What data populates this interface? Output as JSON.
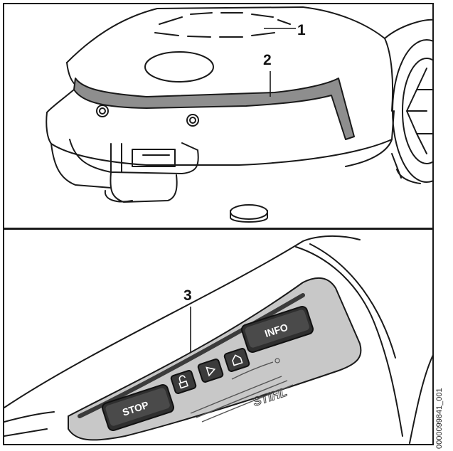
{
  "callouts": {
    "one": "1",
    "two": "2",
    "three": "3"
  },
  "buttons": {
    "stop": "STOP",
    "info": "INFO"
  },
  "brand": "STIHL",
  "document_code": "0000099841_001",
  "colors": {
    "line": "#1a1a1a",
    "body": "#ffffff",
    "panel_gray": "#c8c8c8",
    "button_dark": "#3b3b3b",
    "light_strip": "#8e8e8e"
  }
}
